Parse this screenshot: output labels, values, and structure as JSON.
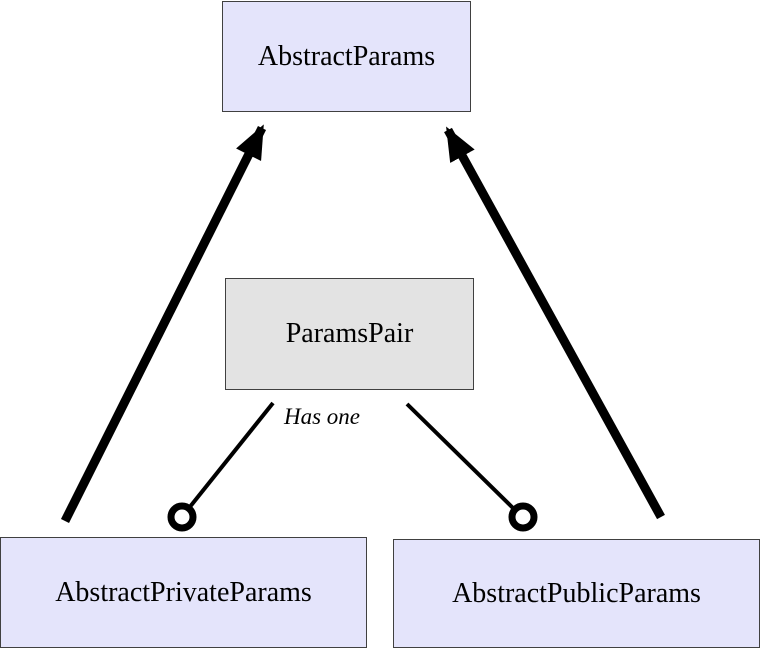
{
  "nodes": {
    "abstract_params": "AbstractParams",
    "params_pair": "ParamsPair",
    "abstract_private_params": "AbstractPrivateParams",
    "abstract_public_params": "AbstractPublicParams"
  },
  "edges": {
    "has_one_label": "Has one"
  },
  "colors": {
    "class_fill": "#e4e4fb",
    "pair_fill": "#e3e3e3",
    "stroke": "#000000"
  }
}
